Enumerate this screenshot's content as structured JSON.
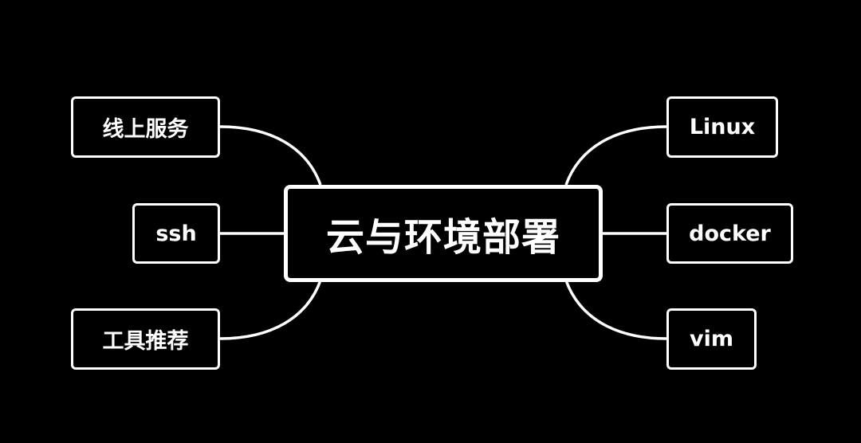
{
  "center": {
    "label": "云与环境部署"
  },
  "branches": {
    "left": [
      {
        "label": "线上服务"
      },
      {
        "label": "ssh"
      },
      {
        "label": "工具推荐"
      }
    ],
    "right": [
      {
        "label": "Linux"
      },
      {
        "label": "docker"
      },
      {
        "label": "vim"
      }
    ]
  },
  "colors": {
    "background": "#000000",
    "line": "#ffffff",
    "text": "#ffffff"
  }
}
